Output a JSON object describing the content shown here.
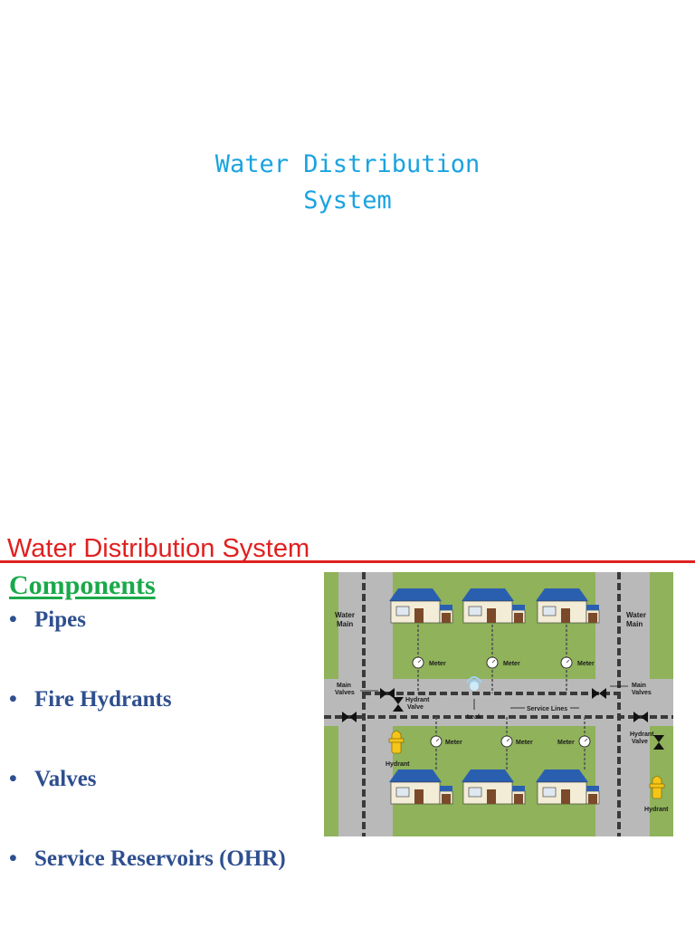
{
  "slide1": {
    "title_line1": "Water Distribution",
    "title_line2": "System"
  },
  "slide2": {
    "heading": "Water Distribution System",
    "subheading": "Components",
    "bullets": [
      "Pipes",
      "Fire Hydrants",
      "Valves",
      "Service Reservoirs (OHR)"
    ]
  },
  "diagram": {
    "water_main_left": [
      "Water",
      "Main"
    ],
    "water_main_right": [
      "Water",
      "Main"
    ],
    "main_valves_left": [
      "Main",
      "Valves"
    ],
    "main_valves_right": [
      "Main",
      "Valves"
    ],
    "hydrant_valve_left": [
      "Hydrant",
      "Valve"
    ],
    "hydrant_valve_right": [
      "Hydrant",
      "Valve"
    ],
    "leak": "Leak",
    "service_lines": "Service Lines",
    "meter": "Meter",
    "hydrant": "Hydrant"
  },
  "colors": {
    "title_blue": "#1aa3e0",
    "heading_red": "#e02020",
    "components_green": "#1aa94a",
    "bullet_navy": "#2e4f8f",
    "grass": "#8fb25a",
    "road": "#b9b9b9",
    "roof": "#2a5fb0"
  }
}
